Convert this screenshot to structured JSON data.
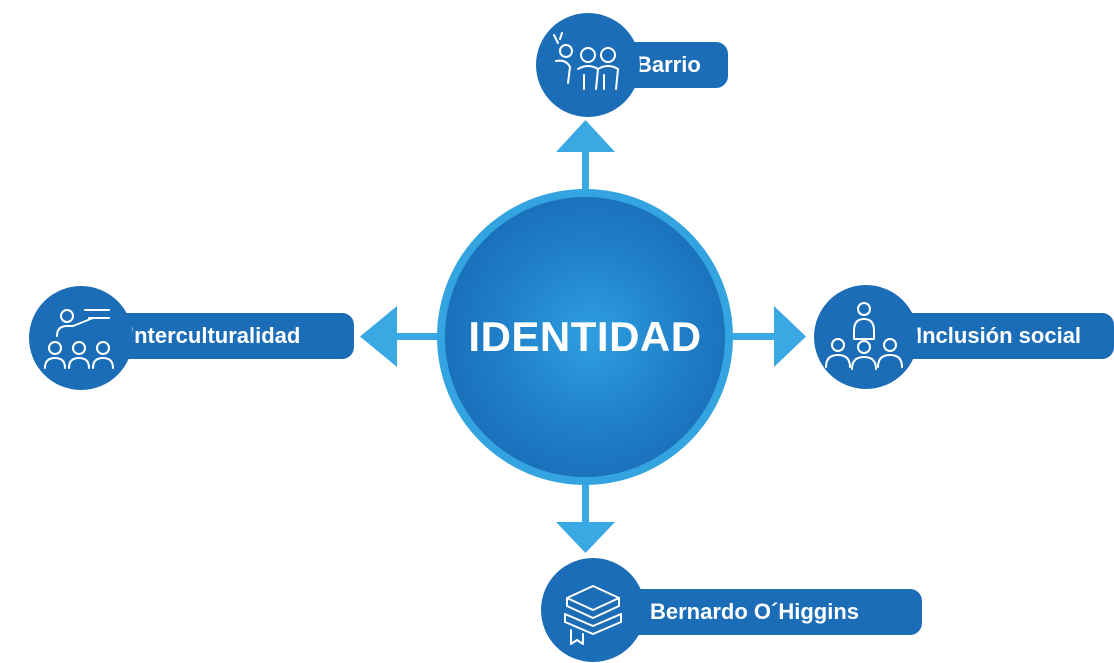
{
  "center": {
    "label": "IDENTIDAD"
  },
  "nodes": {
    "top": {
      "label": "Barrio",
      "icon": "community-group-icon"
    },
    "right": {
      "label": "Inclusión social",
      "icon": "social-inclusion-group-icon"
    },
    "bottom": {
      "label": "Bernardo O´Higgins",
      "icon": "book-stack-icon"
    },
    "left": {
      "label": "Interculturalidad",
      "icon": "teacher-audience-icon"
    }
  },
  "colors": {
    "primary": "#1a6db6",
    "accent": "#33a4df",
    "arrow": "#3aa8e2",
    "background": "#ffffff"
  }
}
